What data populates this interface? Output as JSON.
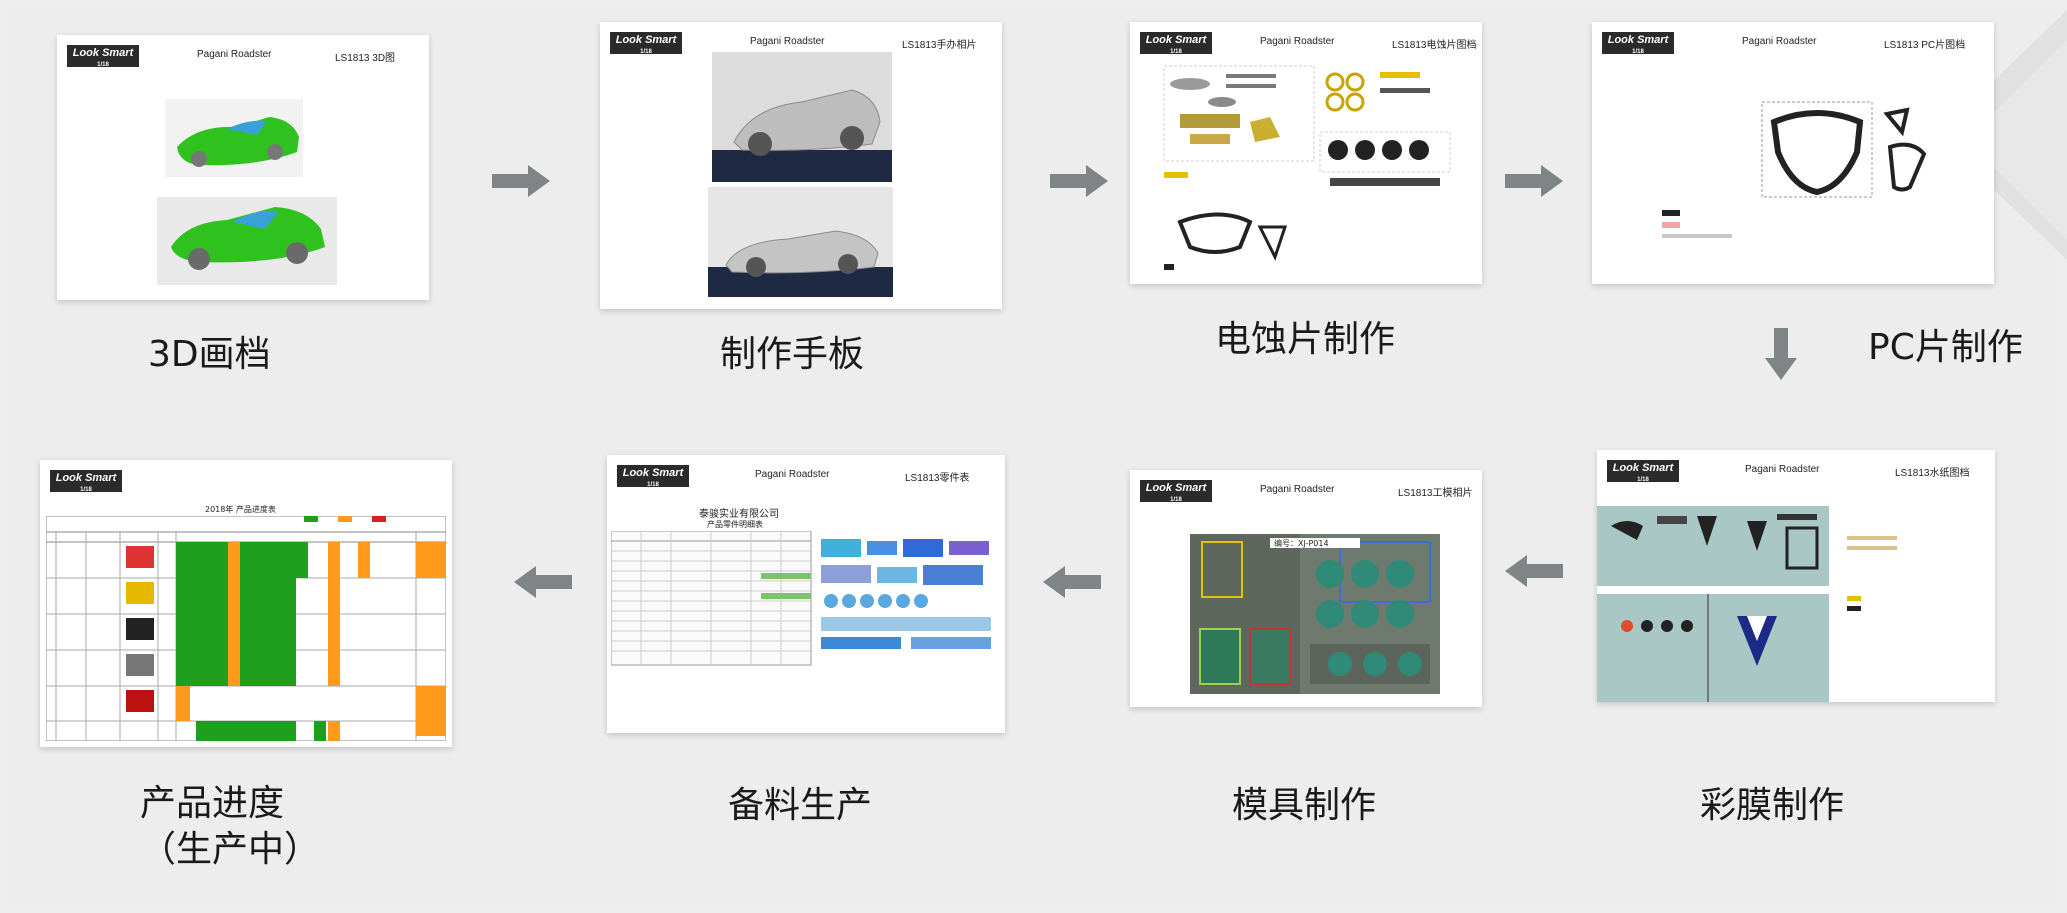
{
  "header": {
    "model": "Pagani Roadster",
    "logo_text": "Look Smart",
    "logo_scale": "1/18"
  },
  "steps": [
    {
      "caption": "3D画档",
      "code": "LS1813   3D图"
    },
    {
      "caption": "制作手板",
      "code": "LS1813手办相片"
    },
    {
      "caption": "电蚀片制作",
      "code": "LS1813电蚀片图档"
    },
    {
      "caption": "PC片制作",
      "code": "LS1813 PC片图档"
    },
    {
      "caption": "彩膜制作",
      "code": "LS1813水纸图档"
    },
    {
      "caption": "模具制作",
      "code": "LS1813工模相片"
    },
    {
      "caption": "备料生产",
      "code": "LS1813零件表"
    },
    {
      "caption": "产品进度\n（生产中）",
      "code": ""
    }
  ],
  "parts_sheet": {
    "company": "泰骏实业有限公司",
    "subtitle": "产品零件明细表"
  },
  "progress_sheet": {
    "title": "2018年 产品进度表"
  },
  "mold_label": "编号：XJ-P014",
  "colors": {
    "green": "#1ea01e",
    "orange": "#ff9a1a",
    "arrow": "#7f8486",
    "model_green": "#2fc21f",
    "teal_sheet": "#a9c7c4"
  }
}
